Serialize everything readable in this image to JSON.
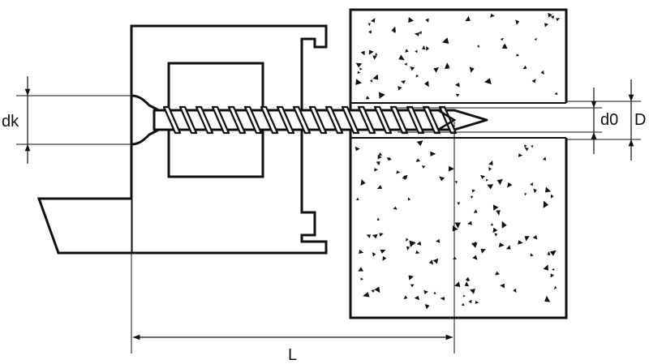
{
  "labels": {
    "head_diameter": "dk",
    "pilot_hole": "d0",
    "anchor_diameter": "D",
    "length": "L"
  },
  "colors": {
    "stroke": "#111111",
    "background": "#ffffff",
    "speckle": "#111111"
  }
}
